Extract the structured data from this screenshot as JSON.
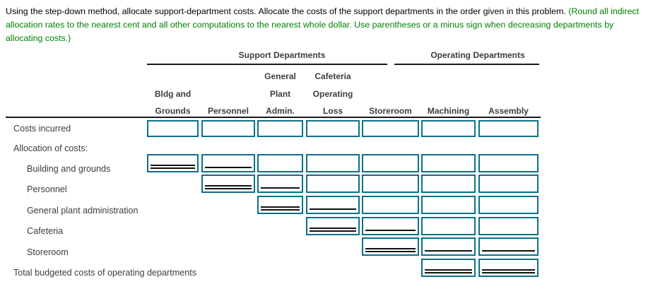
{
  "instructions": {
    "main": "Using the step-down method, allocate support-department costs. Allocate the costs of the support departments in the order given in this problem. ",
    "rounding_note": "(Round all indirect allocation rates to the nearest cent and all other computations to the nearest whole dollar. Use parentheses or a minus sign when decreasing departments by allocating costs.)"
  },
  "colors": {
    "input_border": "#0d7088",
    "note_green": "#008000",
    "rule_black": "#1a1a1a",
    "text_gray": "#3d3d3d"
  },
  "table": {
    "group_headers": [
      {
        "key": "support",
        "label": "Support Departments"
      },
      {
        "key": "operating",
        "label": "Operating Departments"
      }
    ],
    "columns": [
      {
        "key": "bldg-and-grounds",
        "lines": [
          "",
          "Bldg and",
          "Grounds"
        ]
      },
      {
        "key": "personnel",
        "lines": [
          "",
          "",
          "Personnel"
        ]
      },
      {
        "key": "general-plant-admin",
        "lines": [
          "General",
          "Plant",
          "Admin."
        ]
      },
      {
        "key": "cafeteria-operating-loss",
        "lines": [
          "Cafeteria",
          "Operating",
          "Loss"
        ]
      },
      {
        "key": "storeroom",
        "lines": [
          "",
          "",
          "Storeroom"
        ]
      },
      {
        "key": "machining",
        "lines": [
          "",
          "",
          "Machining"
        ]
      },
      {
        "key": "assembly",
        "lines": [
          "",
          "",
          "Assembly"
        ]
      }
    ],
    "rows": [
      {
        "key": "costs-incurred",
        "label": "Costs incurred",
        "indent": false,
        "cells": [
          {
            "col": 0,
            "rule": "none"
          },
          {
            "col": 1,
            "rule": "none"
          },
          {
            "col": 2,
            "rule": "none"
          },
          {
            "col": 3,
            "rule": "none"
          },
          {
            "col": 4,
            "rule": "none"
          },
          {
            "col": 5,
            "rule": "none"
          },
          {
            "col": 6,
            "rule": "none"
          }
        ]
      },
      {
        "key": "allocation-of-costs",
        "label": "Allocation of costs:",
        "indent": false,
        "cells": []
      },
      {
        "key": "building-and-grounds",
        "label": "Building and grounds",
        "indent": true,
        "cells": [
          {
            "col": 0,
            "rule": "double"
          },
          {
            "col": 1,
            "rule": "single"
          },
          {
            "col": 2,
            "rule": "none"
          },
          {
            "col": 3,
            "rule": "none"
          },
          {
            "col": 4,
            "rule": "none"
          },
          {
            "col": 5,
            "rule": "none"
          },
          {
            "col": 6,
            "rule": "none"
          }
        ]
      },
      {
        "key": "personnel",
        "label": "Personnel",
        "indent": true,
        "cells": [
          {
            "col": 1,
            "rule": "double"
          },
          {
            "col": 2,
            "rule": "single"
          },
          {
            "col": 3,
            "rule": "none"
          },
          {
            "col": 4,
            "rule": "none"
          },
          {
            "col": 5,
            "rule": "none"
          },
          {
            "col": 6,
            "rule": "none"
          }
        ]
      },
      {
        "key": "general-plant-administration",
        "label": "General plant administration",
        "indent": true,
        "cells": [
          {
            "col": 2,
            "rule": "double"
          },
          {
            "col": 3,
            "rule": "single"
          },
          {
            "col": 4,
            "rule": "none"
          },
          {
            "col": 5,
            "rule": "none"
          },
          {
            "col": 6,
            "rule": "none"
          }
        ]
      },
      {
        "key": "cafeteria",
        "label": "Cafeteria",
        "indent": true,
        "cells": [
          {
            "col": 3,
            "rule": "double"
          },
          {
            "col": 4,
            "rule": "single"
          },
          {
            "col": 5,
            "rule": "none"
          },
          {
            "col": 6,
            "rule": "none"
          }
        ]
      },
      {
        "key": "storeroom",
        "label": "Storeroom",
        "indent": true,
        "cells": [
          {
            "col": 4,
            "rule": "double"
          },
          {
            "col": 5,
            "rule": "single"
          },
          {
            "col": 6,
            "rule": "single"
          }
        ]
      },
      {
        "key": "total-budgeted-costs",
        "label": "Total budgeted costs of operating departments",
        "indent": false,
        "cells": [
          {
            "col": 5,
            "rule": "double"
          },
          {
            "col": 6,
            "rule": "double"
          }
        ]
      }
    ]
  }
}
